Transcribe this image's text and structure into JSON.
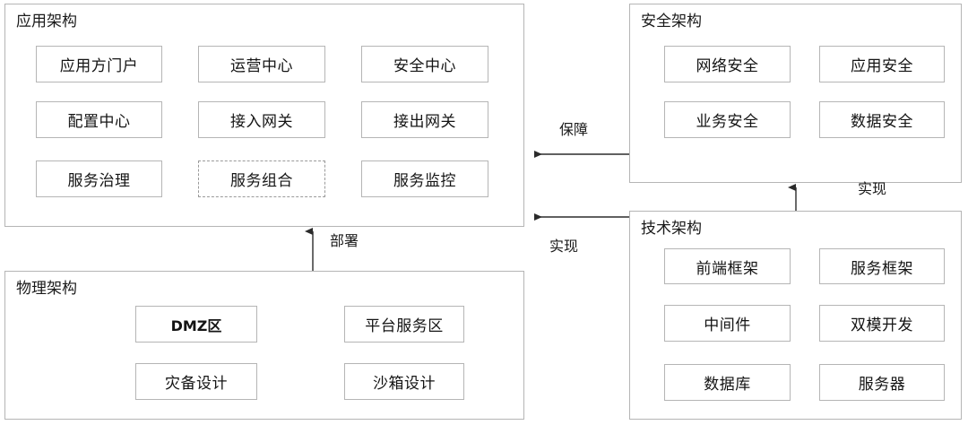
{
  "diagram": {
    "title_implicit": "",
    "colors": {
      "container_border": "#b5b5b5",
      "node_border": "#b5b5b5",
      "dashed_border": "#9a9a9a",
      "connector": "#2b2b2b",
      "text": "#141414",
      "background": "#ffffff"
    },
    "groups": [
      {
        "id": "application",
        "title": "应用架构",
        "nodes": [
          {
            "label": "应用方门户",
            "style": "solid"
          },
          {
            "label": "运营中心",
            "style": "solid"
          },
          {
            "label": "安全中心",
            "style": "solid"
          },
          {
            "label": "配置中心",
            "style": "solid"
          },
          {
            "label": "接入网关",
            "style": "solid"
          },
          {
            "label": "接出网关",
            "style": "solid"
          },
          {
            "label": "服务治理",
            "style": "solid"
          },
          {
            "label": "服务组合",
            "style": "dashed"
          },
          {
            "label": "服务监控",
            "style": "solid"
          }
        ]
      },
      {
        "id": "security",
        "title": "安全架构",
        "nodes": [
          {
            "label": "网络安全",
            "style": "solid"
          },
          {
            "label": "应用安全",
            "style": "solid"
          },
          {
            "label": "业务安全",
            "style": "solid"
          },
          {
            "label": "数据安全",
            "style": "solid"
          }
        ]
      },
      {
        "id": "physical",
        "title": "物理架构",
        "nodes": [
          {
            "label": "DMZ区",
            "style": "sans-bold"
          },
          {
            "label": "平台服务区",
            "style": "solid"
          },
          {
            "label": "灾备设计",
            "style": "solid"
          },
          {
            "label": "沙箱设计",
            "style": "solid"
          }
        ]
      },
      {
        "id": "technical",
        "title": "技术架构",
        "nodes": [
          {
            "label": "前端框架",
            "style": "solid"
          },
          {
            "label": "服务框架",
            "style": "solid"
          },
          {
            "label": "中间件",
            "style": "solid"
          },
          {
            "label": "双模开发",
            "style": "solid"
          },
          {
            "label": "数据库",
            "style": "solid"
          },
          {
            "label": "服务器",
            "style": "solid"
          }
        ]
      }
    ],
    "connectors": [
      {
        "id": "security-to-application",
        "label": "保障",
        "from": "security",
        "to": "application",
        "direction": "left"
      },
      {
        "id": "technical-to-application",
        "label": "实现",
        "from": "technical",
        "to": "application",
        "direction": "left"
      },
      {
        "id": "technical-to-security",
        "label": "实现",
        "from": "technical",
        "to": "security",
        "direction": "up"
      },
      {
        "id": "physical-to-application",
        "label": "部署",
        "from": "physical",
        "to": "application",
        "direction": "up"
      }
    ]
  }
}
